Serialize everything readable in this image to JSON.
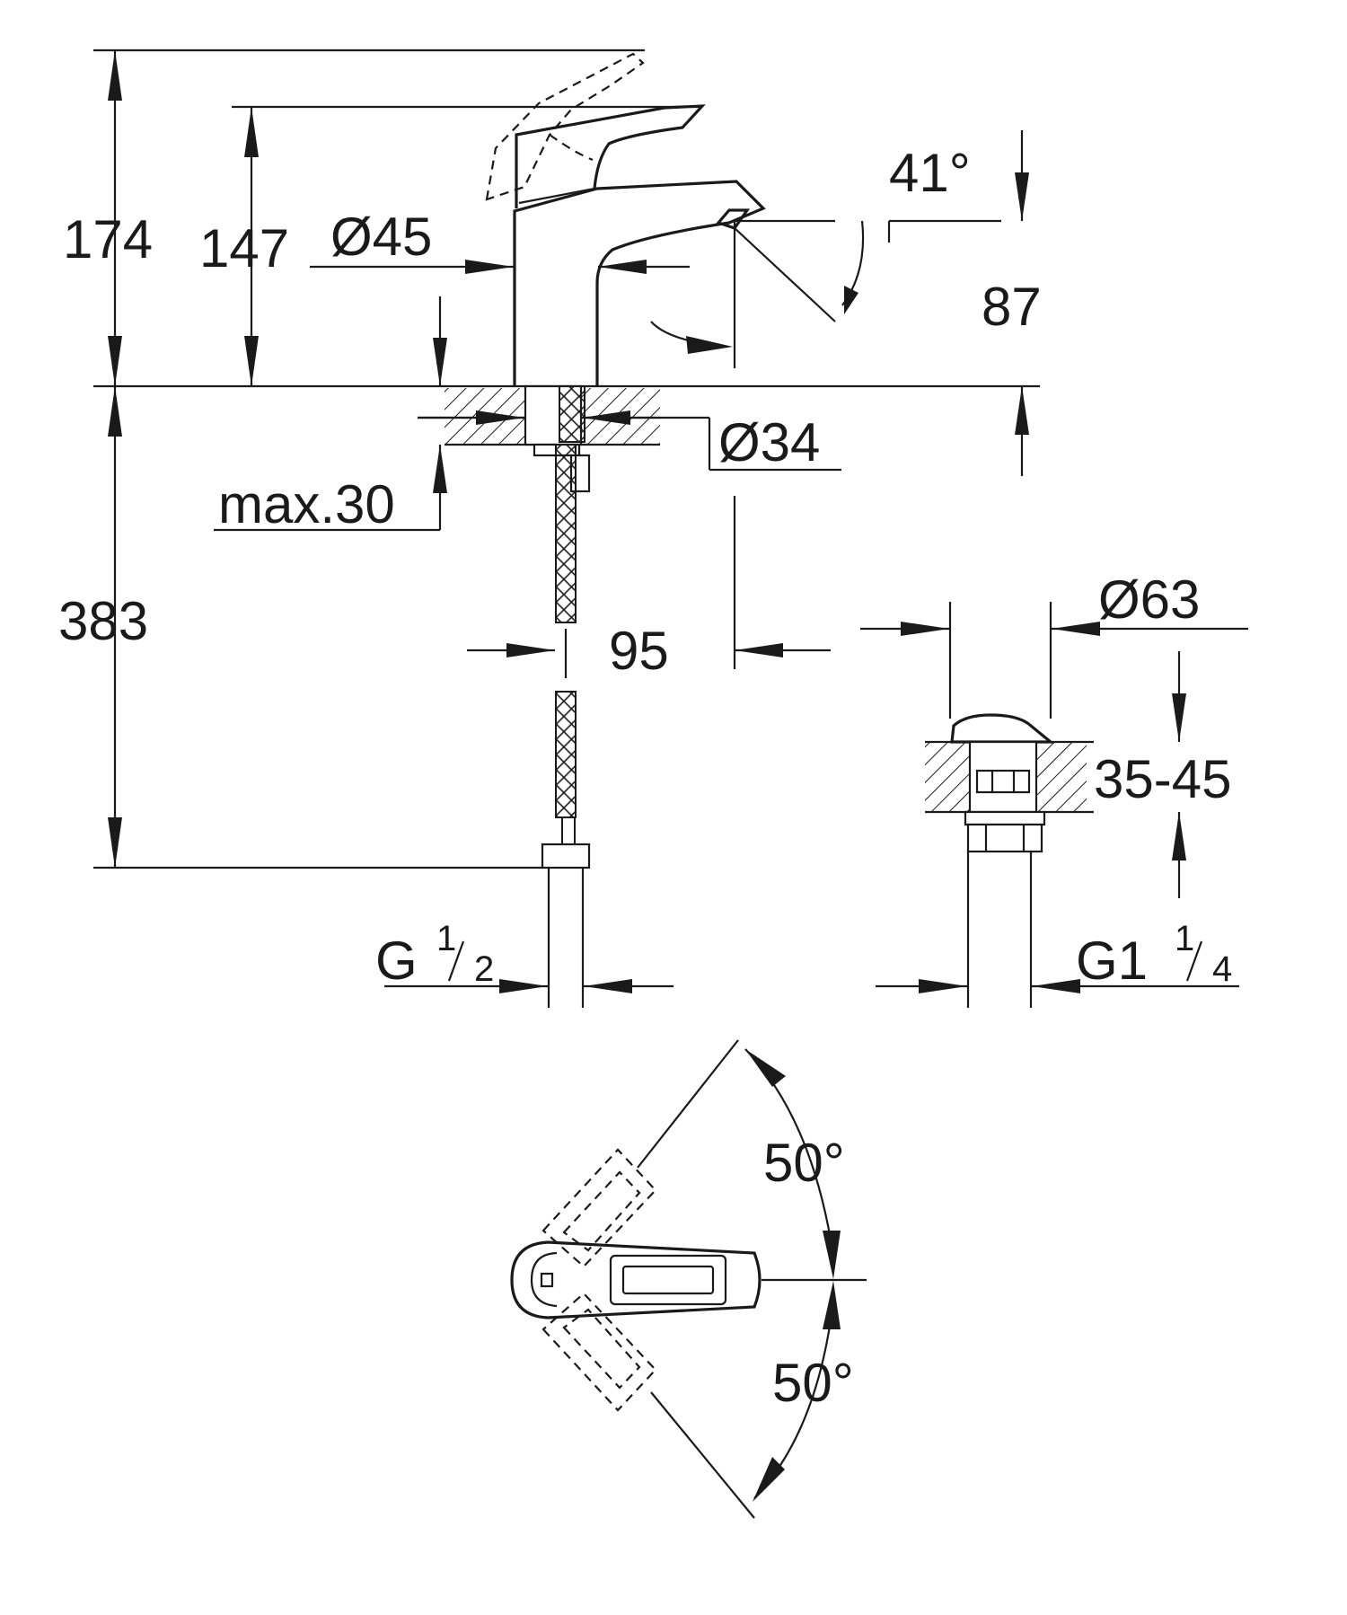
{
  "dimensions": {
    "height_total": "174",
    "height_spout": "147",
    "body_diameter": "Ø45",
    "lever_angle": "41°",
    "spout_height": "87",
    "hole_diameter": "Ø34",
    "max_thickness": "max.30",
    "hose_length": "383",
    "spout_reach": "95",
    "waste_diameter": "Ø63",
    "waste_range": "35-45",
    "connection_left": {
      "prefix": "G",
      "num": "1",
      "den": "2"
    },
    "connection_right": {
      "prefix": "G1",
      "num": "1",
      "den": "4"
    },
    "rotation_upper": "50°",
    "rotation_lower": "50°"
  },
  "colors": {
    "line": "#1a1a1a",
    "background": "#ffffff"
  }
}
